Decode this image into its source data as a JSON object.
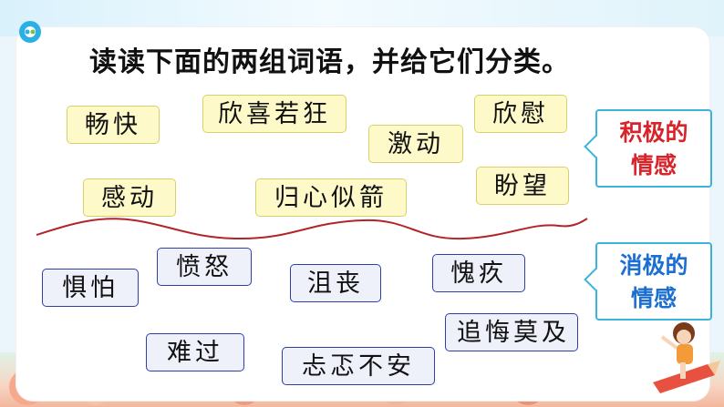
{
  "title": "读读下面的两组词语，并给它们分类。",
  "positive_words": [
    "畅快",
    "欣喜若狂",
    "激动",
    "欣慰",
    "感动",
    "归心似箭",
    "盼望"
  ],
  "negative_words": [
    "惧怕",
    "愤怒",
    "沮丧",
    "愧疚",
    "追悔莫及",
    "难过",
    "忐忑不安"
  ],
  "positive_label": {
    "line1": "积极的",
    "line2": "情感"
  },
  "negative_label": {
    "line1": "消极的",
    "line2": "情感"
  },
  "colors": {
    "positive_text": "#d8232a",
    "negative_text": "#1b6fd0",
    "positive_box": "#fdf9c8",
    "negative_box": "#eef0fa",
    "divider": "#b3242a"
  },
  "icons": [
    "logo-icon",
    "girl-on-pencil-illustration",
    "wavy-divider-line"
  ]
}
